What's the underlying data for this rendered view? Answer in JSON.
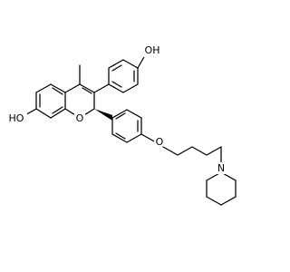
{
  "labels": {
    "hydroxyl_top": "OH",
    "hydroxyl_left": "HO",
    "ring_oxygen": "O",
    "ether_oxygen": "O",
    "methyl": "",
    "nitrogen": "N"
  }
}
